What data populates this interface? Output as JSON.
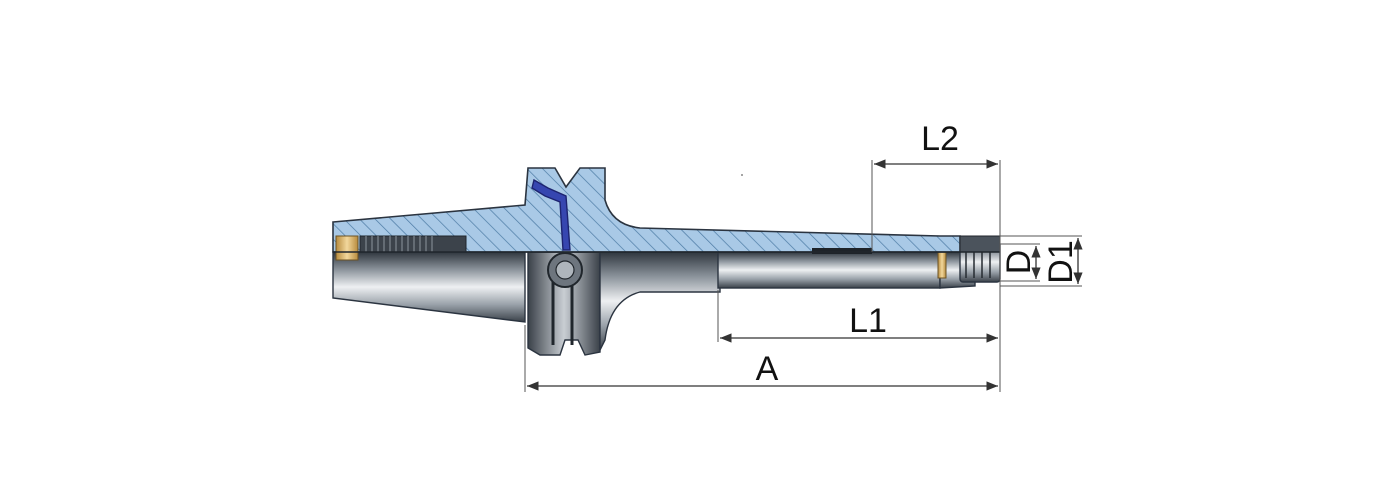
{
  "figure": {
    "colors": {
      "section_fill": "#a9c9e6",
      "section_hatch": "#3f6d96",
      "steel_dark": "#3e4650",
      "steel_light": "#d9dde2",
      "key_blue": "#3646b0",
      "brass": "#d9b26a",
      "dimension": "#333333"
    },
    "labels": {
      "a": "A",
      "l1": "L1",
      "l2": "L2",
      "d": "D",
      "d1": "D1"
    }
  }
}
